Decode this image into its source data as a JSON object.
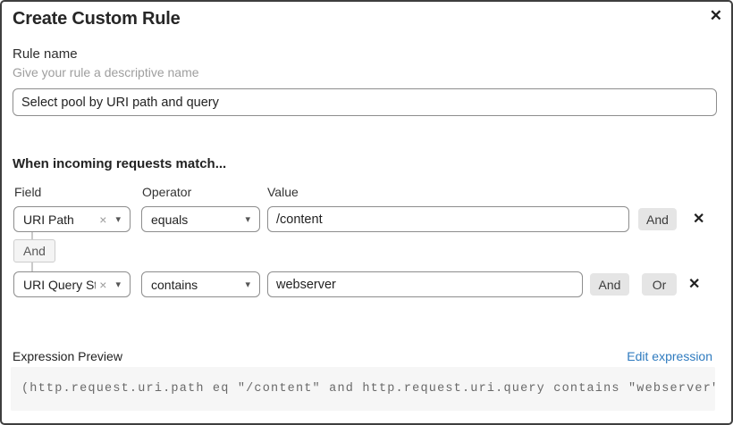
{
  "dialog": {
    "title": "Create Custom Rule",
    "close_icon": "✕"
  },
  "rule_name": {
    "label": "Rule name",
    "helper": "Give your rule a descriptive name",
    "value": "Select pool by URI path and query"
  },
  "match": {
    "heading": "When incoming requests match...",
    "columns": {
      "field": "Field",
      "operator": "Operator",
      "value": "Value"
    },
    "rows": [
      {
        "field": "URI Path",
        "operator": "equals",
        "value": "/content",
        "and_label": "And",
        "remove_icon": "✕"
      },
      {
        "field": "URI Query St...",
        "operator": "contains",
        "value": "webserver",
        "and_label": "And",
        "or_label": "Or",
        "remove_icon": "✕"
      }
    ],
    "icons": {
      "clear": "×",
      "caret": "▾"
    },
    "connector_label": "And"
  },
  "expression": {
    "label": "Expression Preview",
    "edit_link": "Edit expression",
    "code": "(http.request.uri.path eq \"/content\" and http.request.uri.query contains \"webserver\")"
  },
  "colors": {
    "accent_link": "#2f7bbf",
    "input_border": "#8d8d8d",
    "button_bg": "#e5e5e5",
    "code_bg": "#f6f6f6",
    "dialog_border": "#3f3f3f"
  }
}
